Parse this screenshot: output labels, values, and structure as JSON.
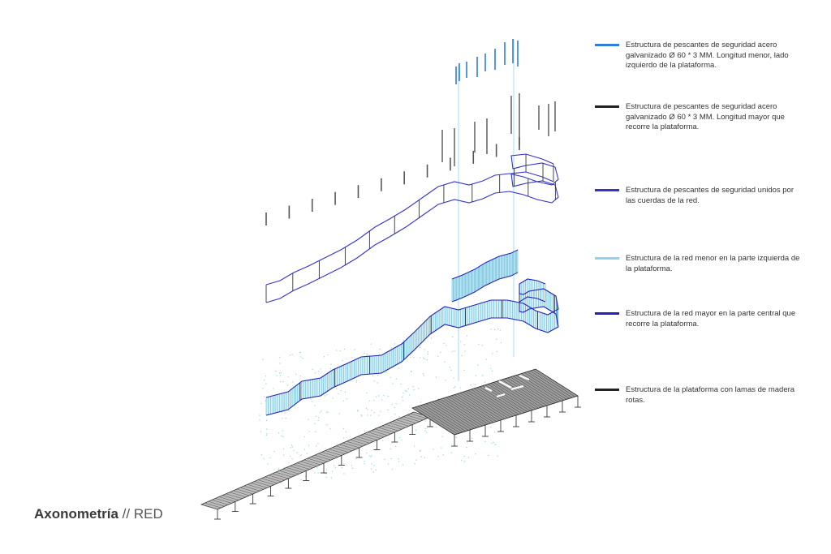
{
  "colors": {
    "light_blue": "#2f7fd8",
    "black": "#222222",
    "purple_blue": "#3333cc",
    "cyan": "#8fd3f0",
    "dark_blue": "#2222bb",
    "mesh": "#5fb8d6",
    "mesh_fill": "#cfeef8"
  },
  "legend": [
    {
      "color_key": "light_blue",
      "text": "Estructura de pescantes de seguridad acero galvanizado Ø 60 * 3 MM. Longitud menor, lado izquierdo de la plataforma."
    },
    {
      "color_key": "black",
      "text": "Estructura de pescantes de seguridad acero galvanizado Ø 60 * 3 MM. Longitud mayor que recorre la plataforma."
    },
    {
      "color_key": "purple_blue",
      "text": "Estructura de pescantes de seguridad unidos por las cuerdas de la red."
    },
    {
      "color_key": "cyan",
      "text": "Estructura de la red menor en la parte izquierda de la plataforma."
    },
    {
      "color_key": "dark_blue",
      "text": "Estructura de la red mayor en la parte central que recorre la plataforma."
    },
    {
      "color_key": "black",
      "text": "Estructura de la plataforma con lamas de madera rotas."
    }
  ],
  "title": {
    "main": "Axonometría",
    "separator": " // ",
    "sub": "RED"
  }
}
